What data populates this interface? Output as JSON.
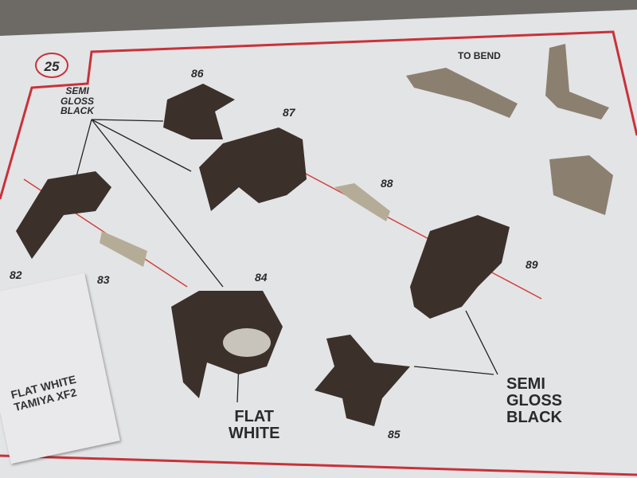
{
  "step_number": "25",
  "part_numbers": {
    "p82": "82",
    "p83": "83",
    "p84": "84",
    "p85": "85",
    "p86": "86",
    "p87": "87",
    "p88": "88",
    "p89": "89"
  },
  "labels": {
    "semi_gloss_black_top": [
      "SEMI",
      "GLOSS",
      "BLACK"
    ],
    "semi_gloss_black_bottom": [
      "SEMI",
      "GLOSS",
      "BLACK"
    ],
    "flat_white": [
      "FLAT",
      "WHITE"
    ],
    "to_bend": "TO BEND"
  },
  "sticker": [
    "FLAT WHITE",
    "TAMIYA XF2"
  ],
  "colors": {
    "border_red": "#c8323a",
    "part_dark": "#3b302a",
    "paper": "#e4e5e7",
    "line": "#222222",
    "axis_red": "#d2403a"
  }
}
